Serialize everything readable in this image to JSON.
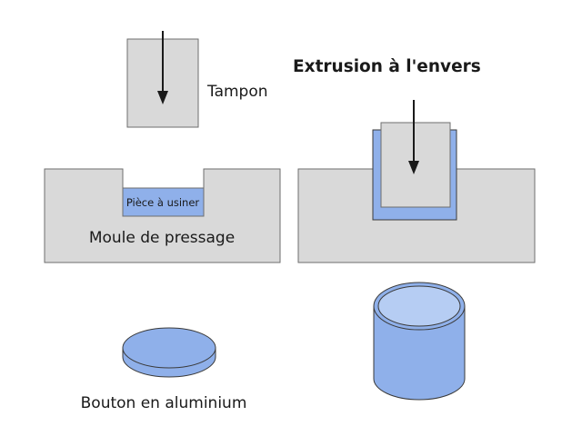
{
  "diagram": {
    "title": "Extrusion à l'envers",
    "labels": {
      "punch": "Tampon",
      "workpiece": "Pièce à usiner",
      "die": "Moule de pressage",
      "slug": "Bouton en aluminium"
    },
    "colors": {
      "steel": "#d9d9d9",
      "steel_stroke": "#6e6e6e",
      "aluminium": "#8fb0ea",
      "aluminium_stroke": "#3a3a3a",
      "aluminium_light": "#b6cdf3",
      "text": "#1a1a1a"
    }
  }
}
